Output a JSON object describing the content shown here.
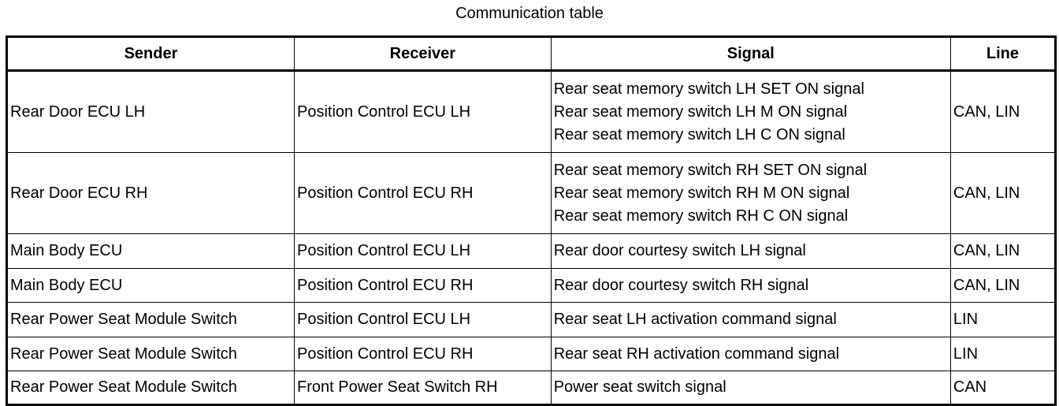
{
  "caption": "Communication table",
  "headers": {
    "sender": "Sender",
    "receiver": "Receiver",
    "signal": "Signal",
    "line": "Line"
  },
  "rows": [
    {
      "sender": "Rear Door ECU LH",
      "receiver": "Position Control ECU LH",
      "signal": [
        "Rear seat memory switch LH SET ON signal",
        "Rear seat memory switch LH M ON signal",
        "Rear seat memory switch LH C ON signal"
      ],
      "line": "CAN, LIN"
    },
    {
      "sender": "Rear Door ECU RH",
      "receiver": "Position Control ECU RH",
      "signal": [
        "Rear seat memory switch RH SET ON signal",
        "Rear seat memory switch RH M ON signal",
        "Rear seat memory switch RH C ON signal"
      ],
      "line": "CAN, LIN"
    },
    {
      "sender": "Main Body ECU",
      "receiver": "Position Control ECU LH",
      "signal": [
        "Rear door courtesy switch LH signal"
      ],
      "line": "CAN, LIN"
    },
    {
      "sender": "Main Body ECU",
      "receiver": "Position Control ECU RH",
      "signal": [
        "Rear door courtesy switch RH signal"
      ],
      "line": "CAN, LIN"
    },
    {
      "sender": "Rear Power Seat Module Switch",
      "receiver": "Position Control ECU LH",
      "signal": [
        "Rear seat LH activation command signal"
      ],
      "line": "LIN"
    },
    {
      "sender": "Rear Power Seat Module Switch",
      "receiver": "Position Control ECU RH",
      "signal": [
        "Rear seat RH activation command signal"
      ],
      "line": "LIN"
    },
    {
      "sender": "Rear Power Seat Module Switch",
      "receiver": "Front Power Seat Switch RH",
      "signal": [
        "Power seat switch signal"
      ],
      "line": "CAN"
    }
  ]
}
